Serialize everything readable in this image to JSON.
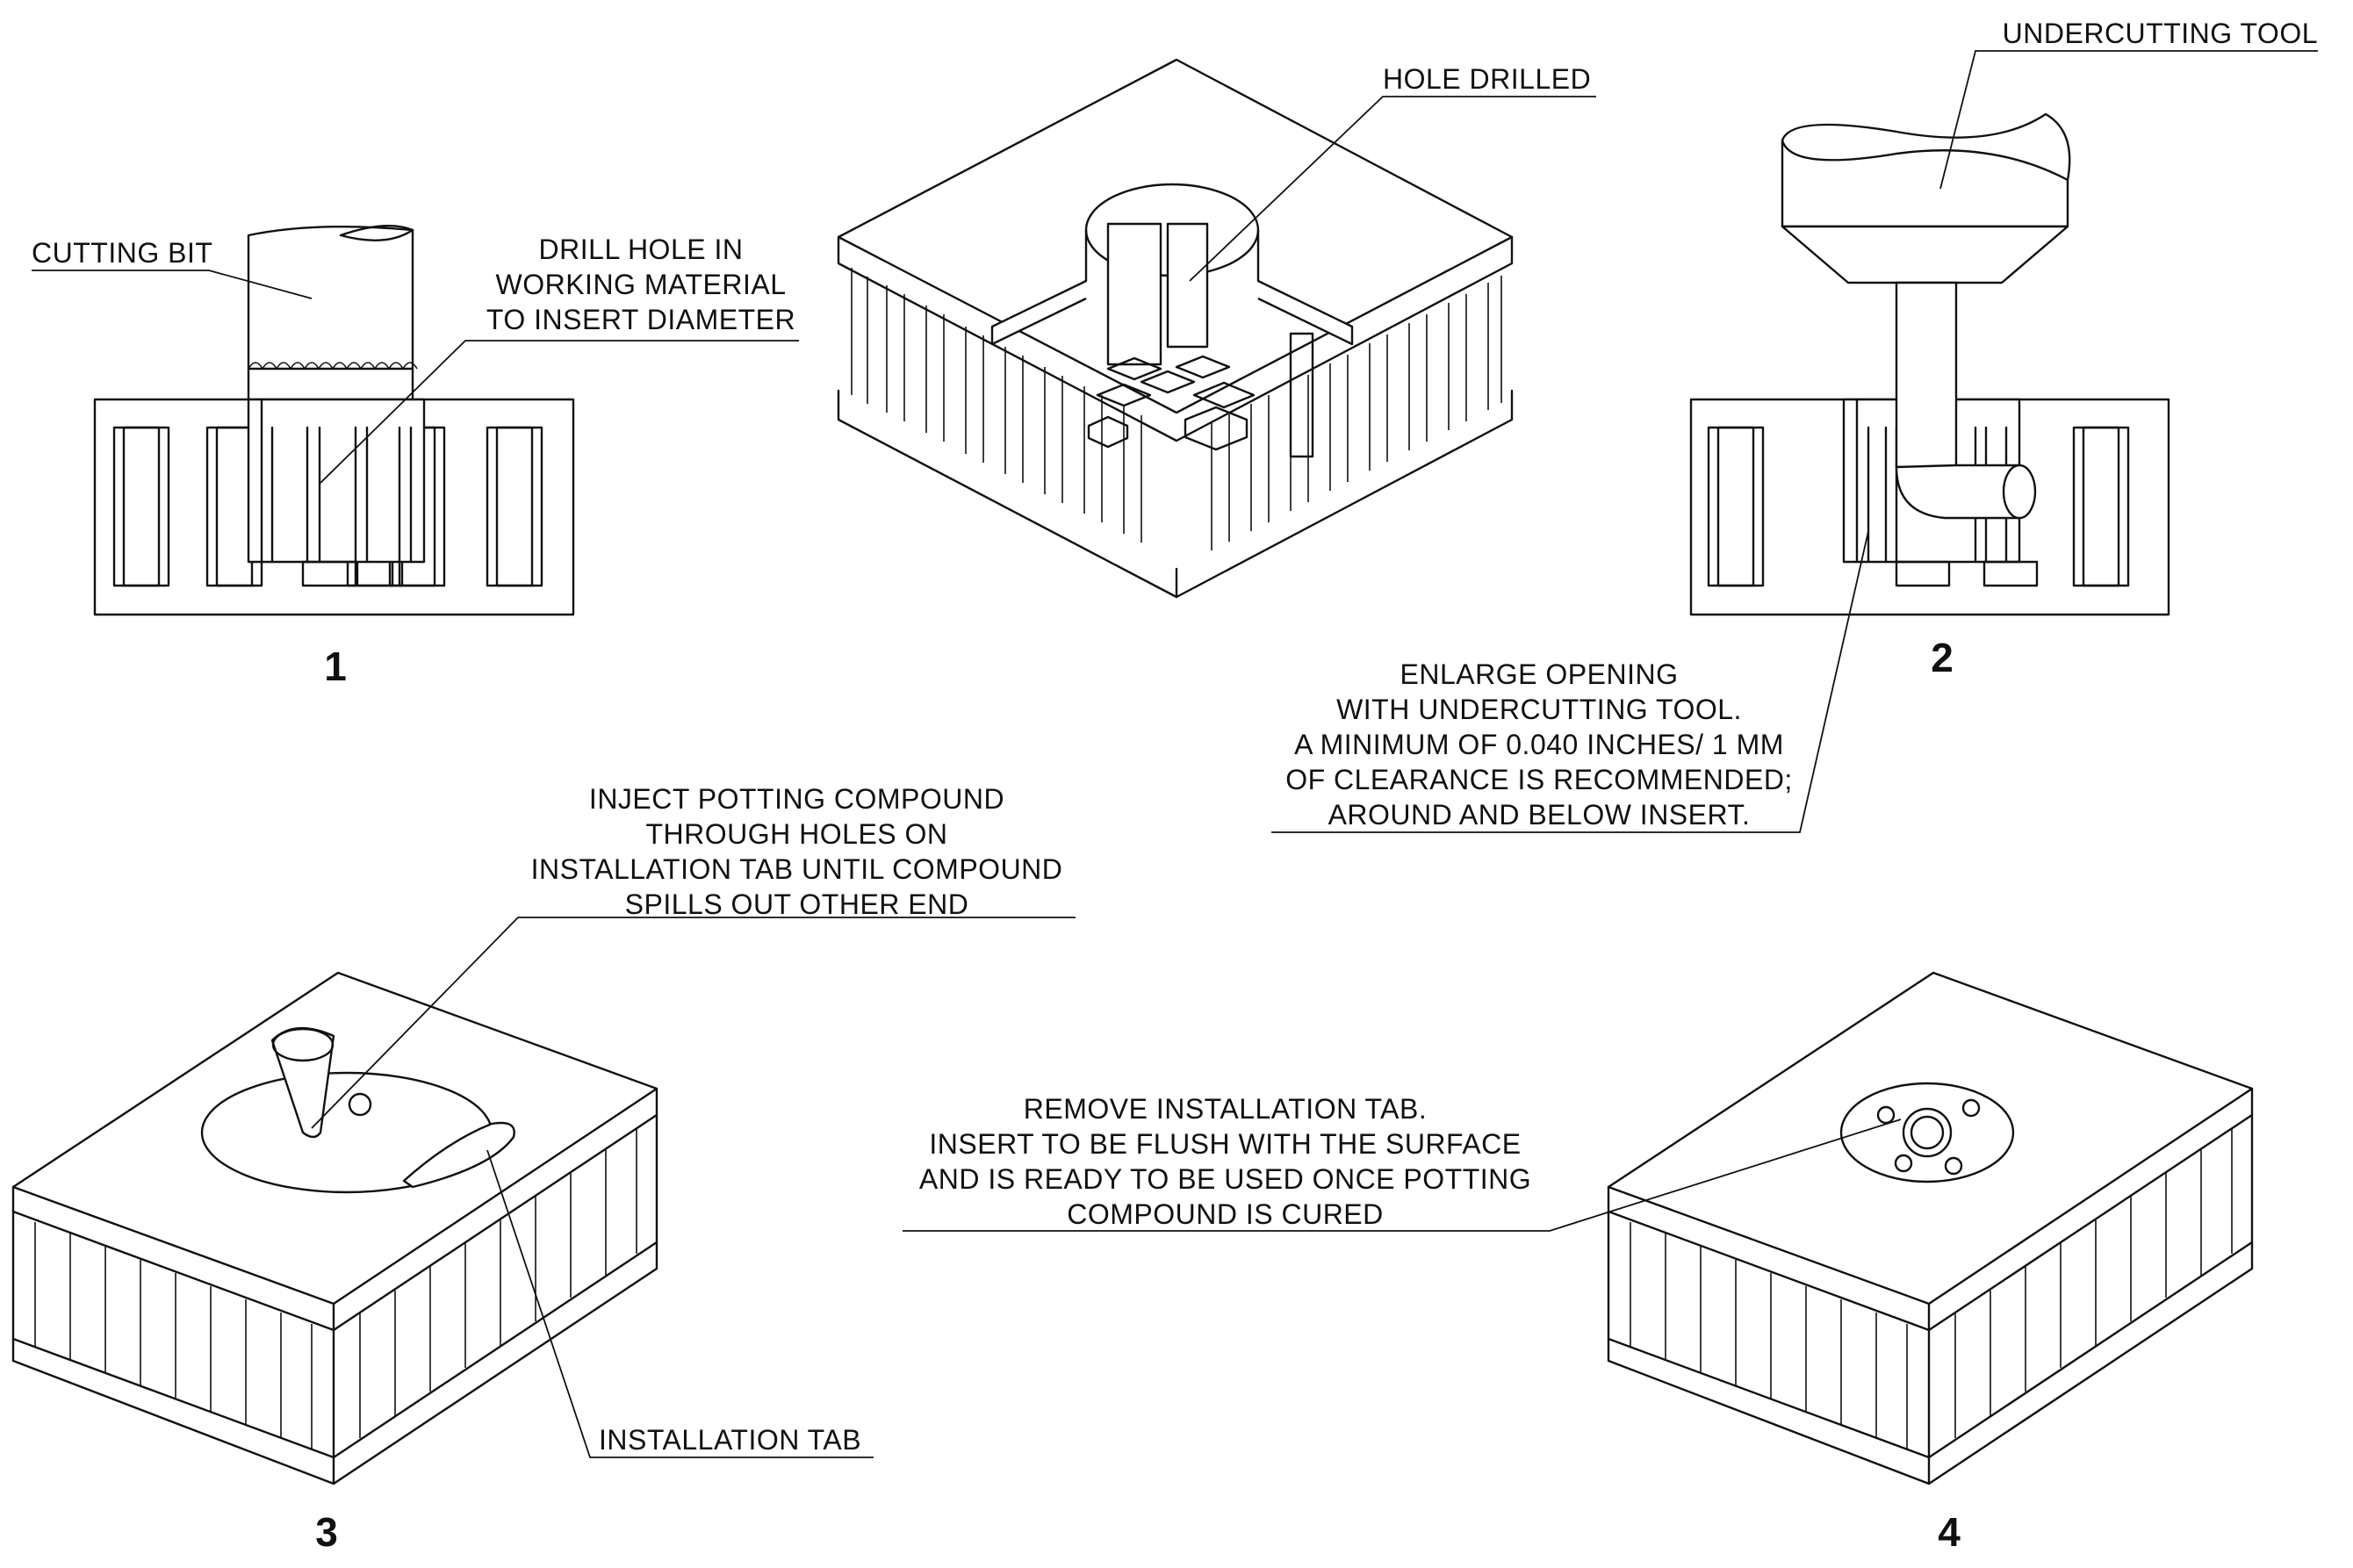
{
  "figure": {
    "steps": [
      {
        "number": "1"
      },
      {
        "number": "2"
      },
      {
        "number": "3"
      },
      {
        "number": "4"
      }
    ],
    "callouts": {
      "cutting_bit": "CUTTING BIT",
      "drill_hole": [
        "DRILL HOLE IN",
        "WORKING MATERIAL",
        "TO INSERT DIAMETER"
      ],
      "hole_drilled": "HOLE DRILLED",
      "undercutting_tool": "UNDERCUTTING TOOL",
      "enlarge_opening": [
        "ENLARGE OPENING",
        "WITH UNDERCUTTING TOOL.",
        "A MINIMUM OF 0.040 INCHES/ 1 MM",
        "OF CLEARANCE IS RECOMMENDED;",
        "AROUND AND BELOW INSERT."
      ],
      "inject_potting": [
        "INJECT POTTING COMPOUND",
        "THROUGH HOLES ON",
        "INSTALLATION TAB UNTIL COMPOUND",
        "SPILLS OUT OTHER END"
      ],
      "installation_tab": "INSTALLATION TAB",
      "remove_tab": [
        "REMOVE INSTALLATION TAB.",
        "INSERT TO BE FLUSH WITH THE SURFACE",
        "AND IS READY TO BE USED ONCE POTTING",
        "COMPOUND IS CURED"
      ]
    }
  }
}
